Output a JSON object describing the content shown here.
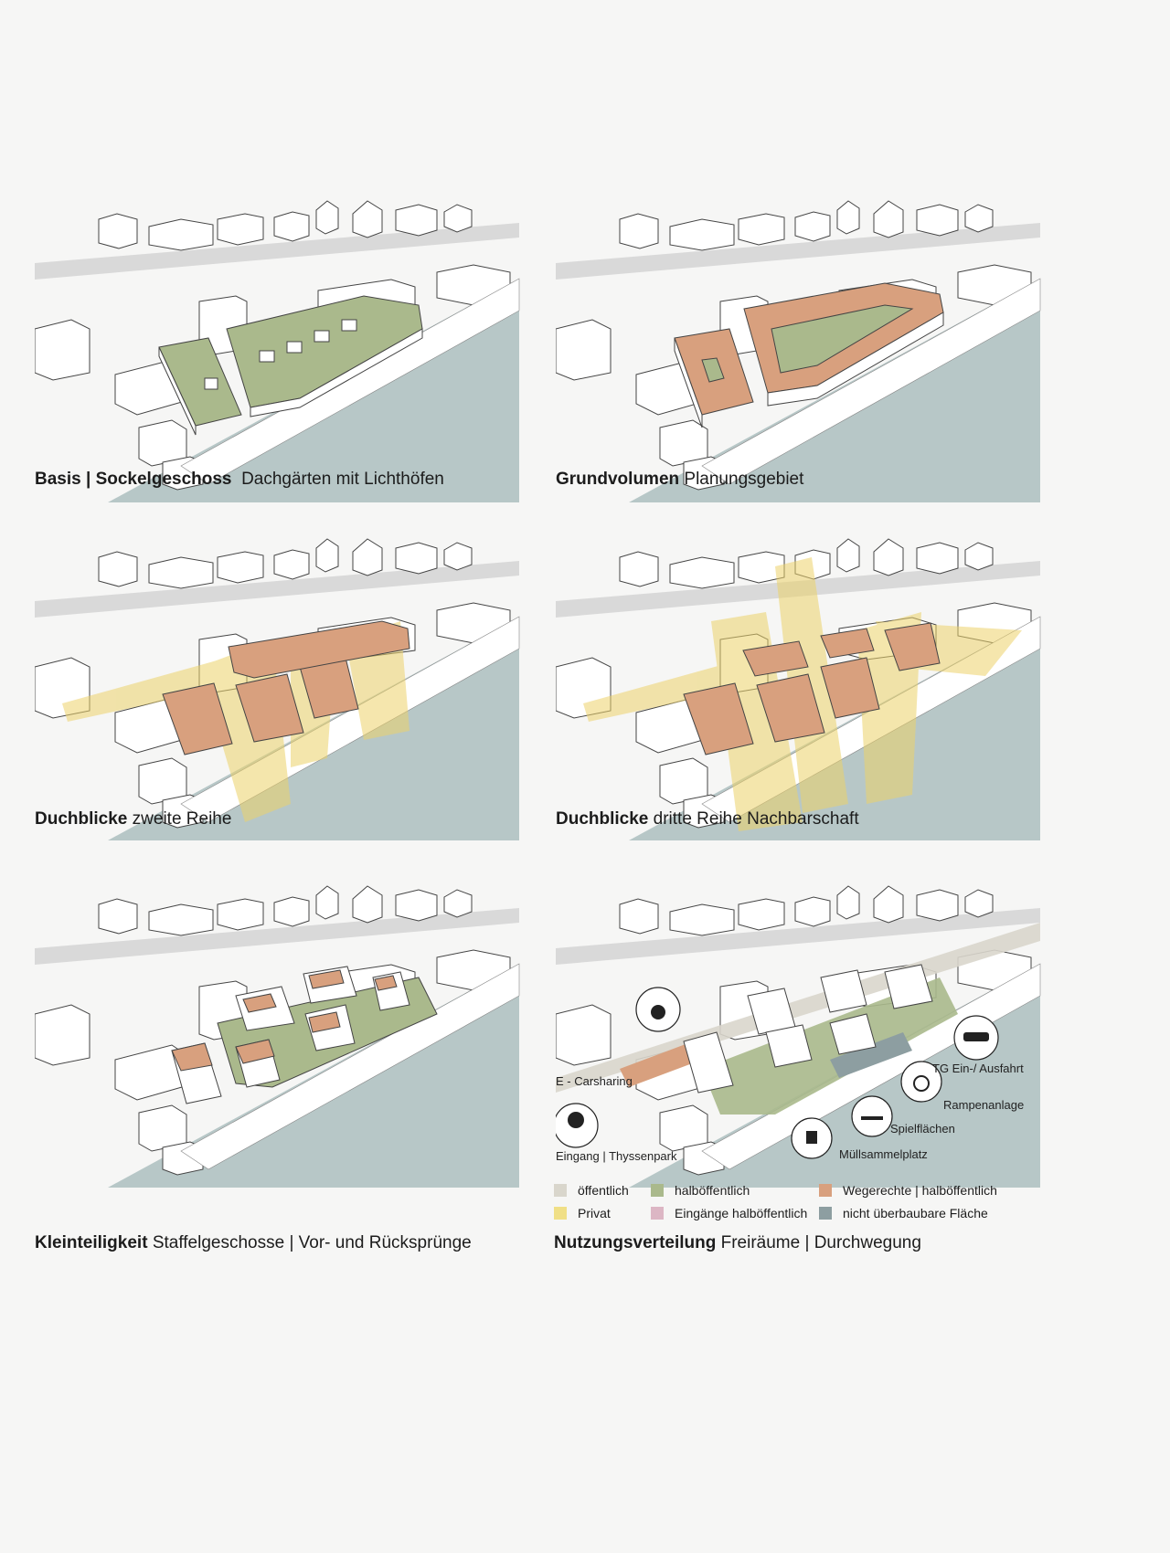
{
  "captions": [
    {
      "bold": "Basis | Sockelgeschoss",
      "rest": "Dachgärten mit Lichthöfen"
    },
    {
      "bold": "Grundvolumen",
      "rest": "Planungsgebiet"
    },
    {
      "bold": "Duchblicke",
      "rest": "zweite Reihe"
    },
    {
      "bold": "Duchblicke",
      "rest": "dritte Reihe Nachbarschaft"
    },
    {
      "bold": "Kleinteiligkeit",
      "rest": "Staffelgeschosse | Vor- und Rücksprünge"
    },
    {
      "bold": "Nutzungsverteilung",
      "rest": "Freiräume | Durchwegung"
    }
  ],
  "labels": {
    "carsharing": "E - Carsharing",
    "eingang": "Eingang | Thyssenpark",
    "tg": "TG Ein-/ Ausfahrt",
    "rampe": "Rampenanlage",
    "spiel": "Spielflächen",
    "muell": "Müllsammelplatz"
  },
  "legend": [
    {
      "label": "öffentlich",
      "color": "#d9d6cc"
    },
    {
      "label": "halböffentlich",
      "color": "#aab98c"
    },
    {
      "label": "Wegerechte | halböffentlich",
      "color": "#d8a07e"
    },
    {
      "label": "Privat",
      "color": "#f0df86"
    },
    {
      "label": "Eingänge halböffentlich",
      "color": "#dcb6c4"
    },
    {
      "label": "nicht überbaubare Fläche",
      "color": "#8d9ea1"
    }
  ],
  "colors": {
    "background": "#f6f6f5",
    "street": "#d9d9d9",
    "river": "#b7c7c7",
    "green_roof": "#aab98c",
    "terracotta": "#d8a07e",
    "sightline": "#ecd26a"
  }
}
